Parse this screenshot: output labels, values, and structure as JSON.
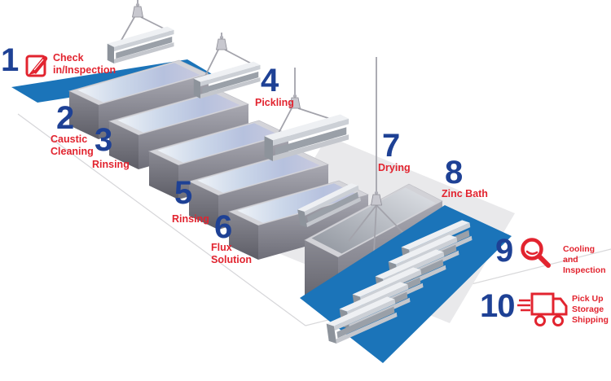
{
  "steps": [
    {
      "num": "1",
      "label": "Check\nin/Inspection",
      "icon": "note-pencil-icon"
    },
    {
      "num": "2",
      "label": "Caustic\nCleaning"
    },
    {
      "num": "3",
      "label": "Rinsing"
    },
    {
      "num": "4",
      "label": "Pickling"
    },
    {
      "num": "5",
      "label": "Rinsing"
    },
    {
      "num": "6",
      "label": "Flux\nSolution"
    },
    {
      "num": "7",
      "label": "Drying"
    },
    {
      "num": "8",
      "label": "Zinc Bath"
    },
    {
      "num": "9",
      "label": "Cooling and\nInspection",
      "icon": "magnifier-icon"
    },
    {
      "num": "10",
      "label": "Pick Up\nStorage\nShipping",
      "icon": "truck-icon"
    }
  ],
  "colors": {
    "number_navy": "#1e4195",
    "label_red": "#e2242f",
    "platform_blue": "#1b74b9",
    "platform_gray": "#e9e9eb"
  },
  "scene": {
    "process_tank_count": 5,
    "hanging_beam_count": 3,
    "stored_beam_count": 6,
    "drying_beam_count": 1
  }
}
